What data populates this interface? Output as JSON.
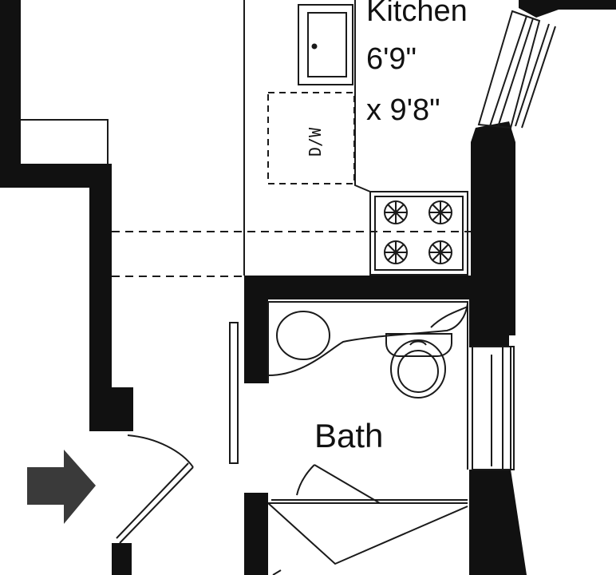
{
  "rooms": {
    "kitchen": {
      "name": "Kitchen",
      "width": "6'9\"",
      "length": "x 9'8\""
    },
    "bath": {
      "name": "Bath"
    }
  },
  "appliances": {
    "dishwasher": "D/W"
  },
  "colors": {
    "wall": "#111111",
    "line": "#1a1a1a",
    "background": "#ffffff",
    "entry_arrow": "#3a3a3a"
  },
  "icons": {
    "entry": "entry-arrow-icon",
    "stove": "stove-burner-icon",
    "toilet": "toilet-icon",
    "sink": "sink-icon"
  }
}
